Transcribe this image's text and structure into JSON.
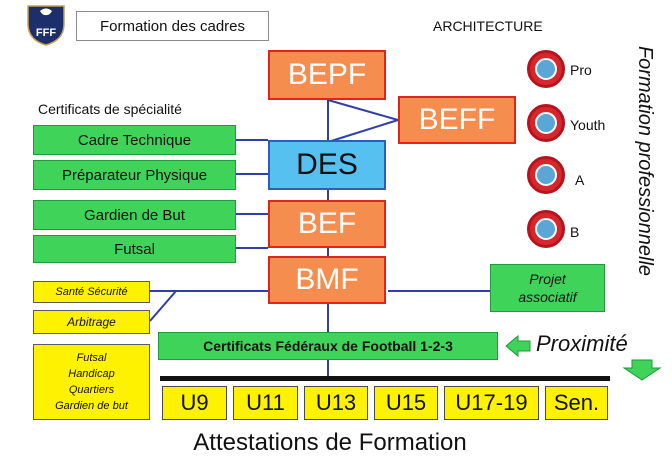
{
  "header": {
    "title": "Formation des cadres",
    "architecture": "ARCHITECTURE"
  },
  "logo": {
    "text": "FFF"
  },
  "side_title": "Formation professionnelle",
  "specialty": {
    "heading": "Certificats de spécialité",
    "items": [
      "Cadre  Technique",
      "Préparateur Physique",
      "Gardien de But",
      "Futsal"
    ]
  },
  "diplomas": {
    "bepf": "BEPF",
    "beff": "BEFF",
    "des": "DES",
    "bef": "BEF",
    "bmf": "BMF"
  },
  "uefa_levels": [
    "Pro",
    "Youth",
    "A",
    "B"
  ],
  "yellow_left": {
    "sante": "Santé Sécurité",
    "arbitrage": "Arbitrage",
    "multi": [
      "Futsal",
      "Handicap",
      "Quartiers",
      "Gardien de but"
    ]
  },
  "projet": "Projet associatif",
  "certificats_federaux": "Certificats Fédéraux de Football 1-2-3",
  "proximite": "Proximité",
  "age_categories": [
    "U9",
    "U11",
    "U13",
    "U15",
    "U17-19",
    "Sen."
  ],
  "footer": "Attestations de Formation",
  "colors": {
    "orange": "#f58d4f",
    "orange_border": "#e0241b",
    "blue": "#56c1f0",
    "green": "#3fd35a",
    "yellow": "#fef200",
    "line": "#2f3fa8"
  }
}
